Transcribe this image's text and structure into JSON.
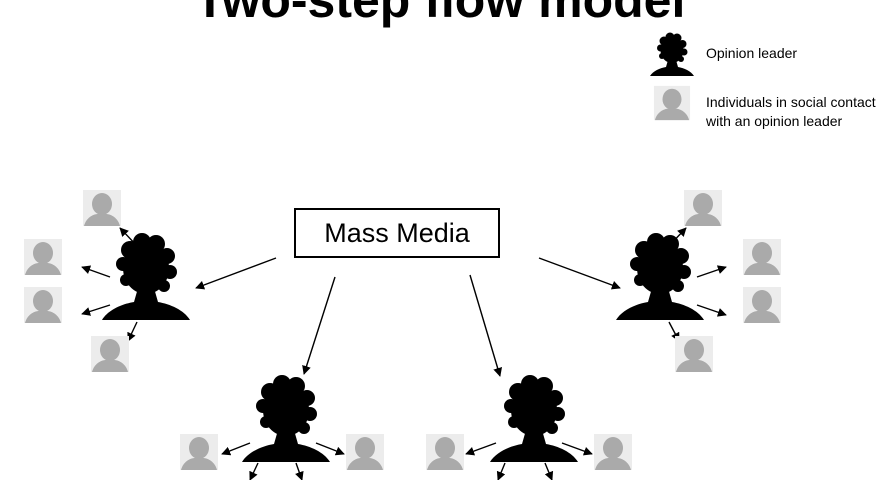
{
  "title": "Two-step flow model",
  "legend": {
    "opinion_leader": "Opinion leader",
    "individuals": "Individuals in social contact with an opinion leader"
  },
  "mass_media": "Mass Media",
  "colors": {
    "leader": "#000000",
    "individual": "#aaaaaa",
    "individual_bg": "#ececec"
  }
}
